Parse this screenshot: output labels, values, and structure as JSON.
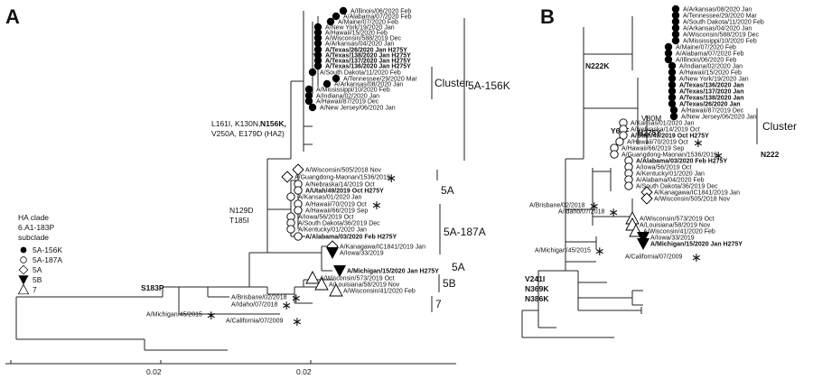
{
  "panels": {
    "a": "A",
    "b": "B"
  },
  "legend": {
    "title1": "HA clade",
    "title2": "6.A1-183P",
    "title3": "subclade",
    "items": [
      {
        "symbol": "circle-filled",
        "label": "5A-156K"
      },
      {
        "symbol": "circle-open",
        "label": "5A-187A"
      },
      {
        "symbol": "diamond-open",
        "label": "5A"
      },
      {
        "symbol": "triangle-down-filled",
        "label": "5B"
      },
      {
        "symbol": "triangle-open",
        "label": "7"
      }
    ]
  },
  "scale": {
    "tick0": "0.02",
    "tick1": "0.02"
  },
  "treeA": {
    "leaves": [
      {
        "name": "A/Illinois/06/2020 Feb",
        "bold": false,
        "symbol": "circle-filled",
        "star": false
      },
      {
        "name": "A/Alabama/07/2020 Feb",
        "bold": false,
        "symbol": "circle-filled",
        "star": false
      },
      {
        "name": "A/Maine/07/2020 Feb",
        "bold": false,
        "symbol": "circle-filled",
        "star": false
      },
      {
        "name": "A/New York/19/2020 Jan",
        "bold": false,
        "symbol": "circle-filled",
        "star": false
      },
      {
        "name": "A/Hawaii/15/2020 Feb",
        "bold": false,
        "symbol": "circle-filled",
        "star": false
      },
      {
        "name": "A/Wisconsin/588/2019 Dec",
        "bold": false,
        "symbol": "circle-filled",
        "star": false
      },
      {
        "name": "A/Arkansas/04/2020 Jan",
        "bold": false,
        "symbol": "circle-filled",
        "star": false
      },
      {
        "name": "A/Texas/26/2020 Jan H275Y",
        "bold": true,
        "symbol": "circle-filled",
        "star": false
      },
      {
        "name": "A/Texas/138/2020 Jan H275Y",
        "bold": true,
        "symbol": "circle-filled",
        "star": false
      },
      {
        "name": "A/Texas/137/2020 Jan H275Y",
        "bold": true,
        "symbol": "circle-filled",
        "star": false
      },
      {
        "name": "A/Texas/136/2020 Jan H275Y",
        "bold": true,
        "symbol": "circle-filled",
        "star": false
      },
      {
        "name": "A/South Dakota/11/2020 Feb",
        "bold": false,
        "symbol": "circle-filled",
        "star": false
      },
      {
        "name": "A/Tennessee/29/2020 Mar",
        "bold": false,
        "symbol": "circle-filled",
        "star": false
      },
      {
        "name": "A/Arkansas/08/2020 Jan",
        "bold": false,
        "symbol": "circle-filled",
        "star": false
      },
      {
        "name": "A/Mississippi/10/2020 Feb",
        "bold": false,
        "symbol": "circle-filled",
        "star": false
      },
      {
        "name": "A/Indiana/02/2020 Jan",
        "bold": false,
        "symbol": "circle-filled",
        "star": false
      },
      {
        "name": "A/Hawaii/87/2019 Dec",
        "bold": false,
        "symbol": "circle-filled",
        "star": false
      },
      {
        "name": "A/New Jersey/06/2020 Jan",
        "bold": false,
        "symbol": "circle-filled",
        "star": false
      },
      {
        "name": "A/Wisconsin/505/2018 Nov",
        "bold": false,
        "symbol": "diamond-open",
        "star": false
      },
      {
        "name": "A/Guangdong-Maonan/1536/2019",
        "bold": false,
        "symbol": "diamond-open",
        "star": true
      },
      {
        "name": "A/Nebraska/14/2019 Oct",
        "bold": false,
        "symbol": "circle-open",
        "star": false
      },
      {
        "name": "A/Utah/49/2019 Oct H275Y",
        "bold": true,
        "symbol": "circle-open",
        "star": false
      },
      {
        "name": "A/Kansas/01/2020 Jan",
        "bold": false,
        "symbol": "circle-open",
        "star": false
      },
      {
        "name": "A/Hawaii/70/2019 Oct",
        "bold": false,
        "symbol": "circle-open",
        "star": true
      },
      {
        "name": "A/Hawaii/66/2019 Sep",
        "bold": false,
        "symbol": "circle-open",
        "star": false
      },
      {
        "name": "A/Iowa/56/2019 Oct",
        "bold": false,
        "symbol": "circle-open",
        "star": false
      },
      {
        "name": "A/South Dakota/36/2019 Dec",
        "bold": false,
        "symbol": "circle-open",
        "star": false
      },
      {
        "name": "A/Kentucky/01/2020 Jan",
        "bold": false,
        "symbol": "circle-open",
        "star": false
      },
      {
        "name": "A/Alabama/03/2020 Feb H275Y",
        "bold": true,
        "symbol": "circle-open",
        "star": false
      },
      {
        "name": "A/Kanagawa/IC1841/2019 Jan",
        "bold": false,
        "symbol": "diamond-open",
        "star": false
      },
      {
        "name": "A/Iowa/33/2019",
        "bold": false,
        "symbol": "triangle-down-filled",
        "star": false
      },
      {
        "name": "A/Michigan/15/2020 Jan H275Y",
        "bold": true,
        "symbol": "triangle-down-filled",
        "star": false
      },
      {
        "name": "A/Wisconsin/573/2019 Oct",
        "bold": false,
        "symbol": "triangle-open",
        "star": false
      },
      {
        "name": "A/Louisiana/58/2019 Nov",
        "bold": false,
        "symbol": "triangle-open",
        "star": false
      },
      {
        "name": "A/Wisconsin/41/2020 Feb",
        "bold": false,
        "symbol": "triangle-open",
        "star": false
      },
      {
        "name": "A/Brisbane/02/2018",
        "bold": false,
        "symbol": "none",
        "star": true
      },
      {
        "name": "A/Idaho/07/2018",
        "bold": false,
        "symbol": "none",
        "star": true
      },
      {
        "name": "A/Michigan/45/2015",
        "bold": false,
        "symbol": "none",
        "star": true
      },
      {
        "name": "A/California/07/2009",
        "bold": false,
        "symbol": "none",
        "star": true
      }
    ],
    "annotations": {
      "mut1_line1": "L161I, K130N,",
      "mut1_bold": "N156K,",
      "mut1_line2": "V250A, E179D (HA2)",
      "n129d": "N129D",
      "t185i": "T185I",
      "s183p": "S183P"
    },
    "clades": {
      "cluster": "Cluster",
      "c156k": "5A-156K",
      "c5a_top": "5A",
      "c187a": "5A-187A",
      "c5a_bottom": "5A",
      "c5b": "5B",
      "c7": "7"
    }
  },
  "treeB": {
    "leaves": [
      {
        "name": "A/Arkansas/08/2020 Jan",
        "bold": false,
        "symbol": "circle-filled",
        "star": false
      },
      {
        "name": "A/Tennessee/29/2020 Mar",
        "bold": false,
        "symbol": "circle-filled",
        "star": false
      },
      {
        "name": "A/South Dakota/11/2020 Feb",
        "bold": false,
        "symbol": "circle-filled",
        "star": false
      },
      {
        "name": "A/Arkansas/04/2020 Jan",
        "bold": false,
        "symbol": "circle-filled",
        "star": false
      },
      {
        "name": "A/Wisconsin/588/2019 Dec",
        "bold": false,
        "symbol": "circle-filled",
        "star": false
      },
      {
        "name": "A/Mississippi/10/2020 Feb",
        "bold": false,
        "symbol": "circle-filled",
        "star": false
      },
      {
        "name": "A/Maine/07/2020 Feb",
        "bold": false,
        "symbol": "circle-filled",
        "star": false
      },
      {
        "name": "A/Alabama/07/2020 Feb",
        "bold": false,
        "symbol": "circle-filled",
        "star": false
      },
      {
        "name": "A/Illinois/06/2020 Feb",
        "bold": false,
        "symbol": "circle-filled",
        "star": false
      },
      {
        "name": "A/Indiana/02/2020 Jan",
        "bold": false,
        "symbol": "circle-filled",
        "star": false
      },
      {
        "name": "A/Hawaii/15/2020 Feb",
        "bold": false,
        "symbol": "circle-filled",
        "star": false
      },
      {
        "name": "A/New York/19/2020 Jan",
        "bold": false,
        "symbol": "circle-filled",
        "star": false
      },
      {
        "name": "A/Texas/136/2020 Jan",
        "bold": true,
        "symbol": "circle-filled",
        "star": false
      },
      {
        "name": "A/Texas/137/2020 Jan",
        "bold": true,
        "symbol": "circle-filled",
        "star": false
      },
      {
        "name": "A/Texas/138/2020 Jan",
        "bold": true,
        "symbol": "circle-filled",
        "star": false
      },
      {
        "name": "A/Texas/26/2020 Jan",
        "bold": true,
        "symbol": "circle-filled",
        "star": false
      },
      {
        "name": "A/Hawaii/87/2019 Dec",
        "bold": false,
        "symbol": "circle-filled",
        "star": false
      },
      {
        "name": "A/New Jersey/06/2020 Jan",
        "bold": false,
        "symbol": "circle-filled",
        "star": false
      },
      {
        "name": "A/Kansas/01/2020 Jan",
        "bold": false,
        "symbol": "circle-open",
        "star": false
      },
      {
        "name": "A/Nebraska/14/2019 Oct",
        "bold": false,
        "symbol": "circle-open",
        "star": false
      },
      {
        "name": "A/Utah/49/2019 Oct H275Y",
        "bold": true,
        "symbol": "circle-open",
        "star": false
      },
      {
        "name": "A/Hawaii/70/2019 Oct",
        "bold": false,
        "symbol": "circle-open",
        "star": true
      },
      {
        "name": "A/Hawaii/66/2019 Sep",
        "bold": false,
        "symbol": "circle-open",
        "star": false
      },
      {
        "name": "A/Guangdong-Maonan/1536/2019",
        "bold": false,
        "symbol": "circle-open",
        "star": true
      },
      {
        "name": "A/Alabama/03/2020 Feb H275Y",
        "bold": true,
        "symbol": "circle-open",
        "star": false
      },
      {
        "name": "A/Iowa/56/2019 Oct",
        "bold": false,
        "symbol": "circle-open",
        "star": false
      },
      {
        "name": "A/Kentucky/01/2020 Jan",
        "bold": false,
        "symbol": "circle-open",
        "star": false
      },
      {
        "name": "A/Alabama/04/2020 Feb",
        "bold": false,
        "symbol": "circle-open",
        "star": false
      },
      {
        "name": "A/South Dakota/36/2019 Dec",
        "bold": false,
        "symbol": "circle-open",
        "star": false
      },
      {
        "name": "A/Kanagawa/IC1841/2019 Jan",
        "bold": false,
        "symbol": "diamond-open",
        "star": false
      },
      {
        "name": "A/Wisconsin/505/2018 Nov",
        "bold": false,
        "symbol": "diamond-open",
        "star": false
      },
      {
        "name": "A/Brisbane/02/2018",
        "bold": false,
        "symbol": "none",
        "star": true
      },
      {
        "name": "A/Idaho/07/2018",
        "bold": false,
        "symbol": "none",
        "star": true
      },
      {
        "name": "A/Wisconsin/573/2019 Oct",
        "bold": false,
        "symbol": "triangle-open",
        "star": false
      },
      {
        "name": "A/Louisiana/58/2019 Nov",
        "bold": false,
        "symbol": "triangle-open",
        "star": false
      },
      {
        "name": "A/Wisconsin/41/2020 Feb",
        "bold": false,
        "symbol": "triangle-open",
        "star": false
      },
      {
        "name": "A/Iowa/33/2019",
        "bold": false,
        "symbol": "triangle-down-filled",
        "star": false
      },
      {
        "name": "A/Michigan/15/2020 Jan H275Y",
        "bold": true,
        "symbol": "triangle-down-filled",
        "star": false
      },
      {
        "name": "A/Michigan/45/2015",
        "bold": false,
        "symbol": "none",
        "star": true
      },
      {
        "name": "A/California/07/2009",
        "bold": false,
        "symbol": "none",
        "star": true
      }
    ],
    "annotations": {
      "n222k": "N222K",
      "y66f": "Y66F",
      "v80m": "V80M",
      "h275y": "H275Y",
      "n222": "N222",
      "v241i": "V241I",
      "n369k": "N369K",
      "n386k": "N386K"
    },
    "clades": {
      "cluster": "Cluster"
    }
  }
}
